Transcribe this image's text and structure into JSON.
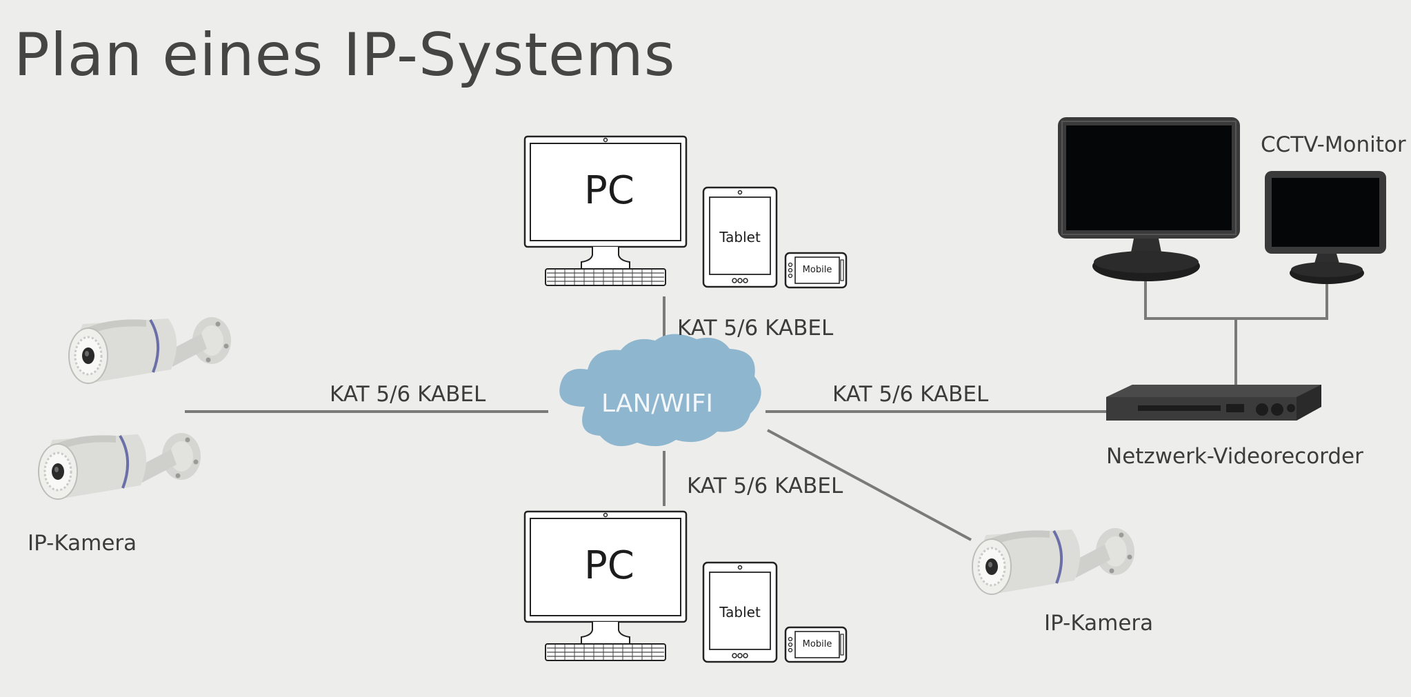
{
  "title": "Plan eines IP-Systems",
  "hub": {
    "label": "LAN/WIFI"
  },
  "cable_label": "KAT 5/6 KABEL",
  "pc_label": "PC",
  "tablet_label": "Tablet",
  "mobile_label": "Mobile",
  "camera_label": "IP-Kamera",
  "monitor_label": "CCTV-Monitor",
  "nvr_label": "Netzwerk-Videorecorder",
  "colors": {
    "background": "#ededeb",
    "line": "#7a7a78",
    "cloud": "#8fb6cf",
    "device_stroke": "#222222",
    "screen": "#050608",
    "camera": "#d9d9d6",
    "camera_ring": "#6a6fa8"
  }
}
